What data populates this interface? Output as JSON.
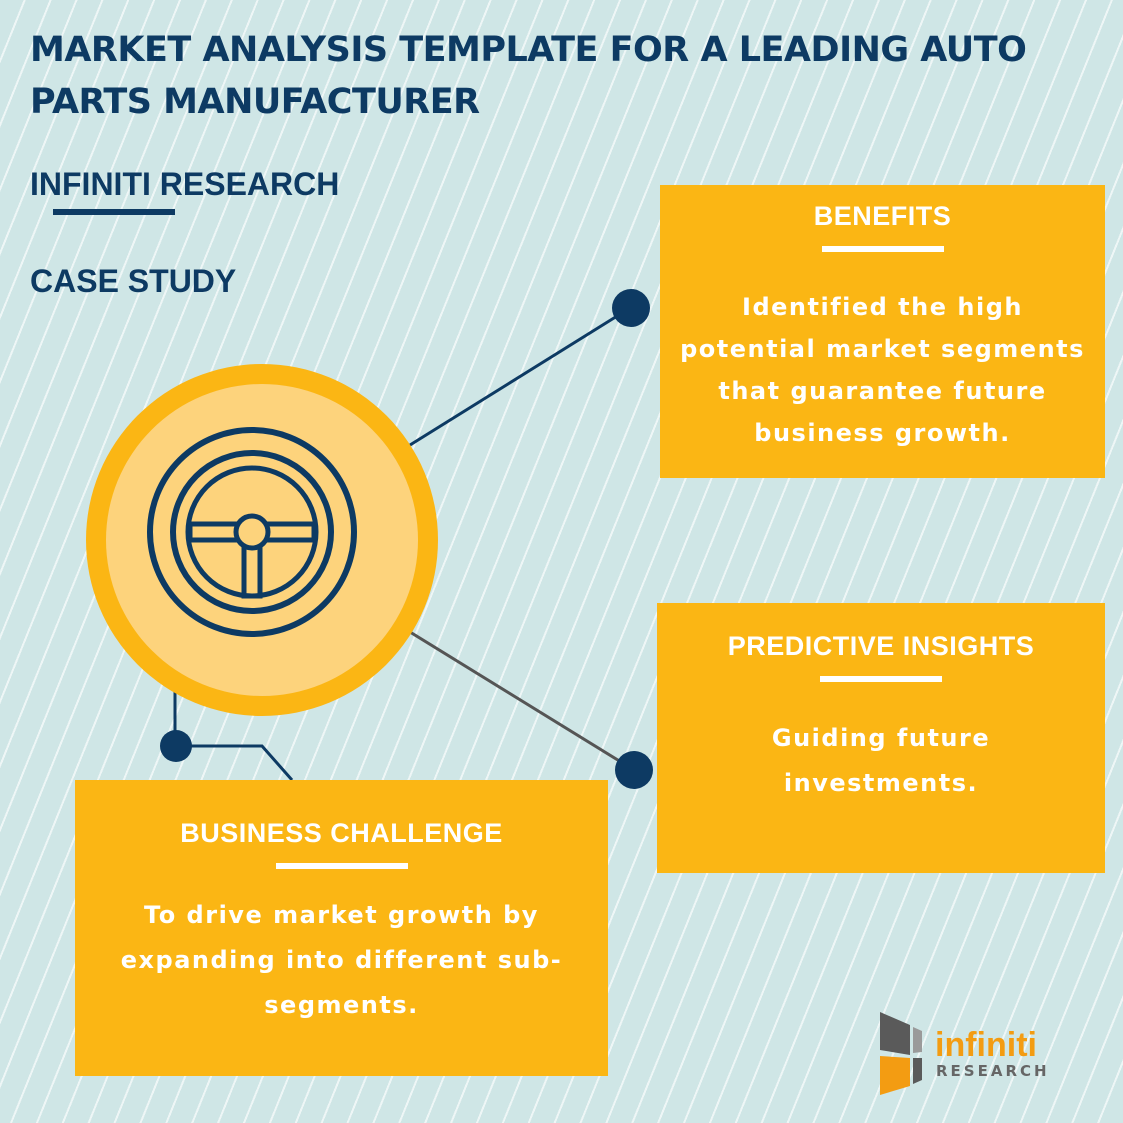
{
  "title": "MARKET ANALYSIS TEMPLATE FOR A LEADING AUTO PARTS MANUFACTURER",
  "brand_heading": "INFINITI RESEARCH",
  "case_study": "CASE STUDY",
  "benefits": {
    "heading": "BENEFITS",
    "text": "Identified the high potential market segments that guarantee future business growth."
  },
  "predictive": {
    "heading": "PREDICTIVE INSIGHTS",
    "text": "Guiding future investments."
  },
  "challenge": {
    "heading": "BUSINESS CHALLENGE",
    "text": "To drive market growth by expanding into different sub-segments."
  },
  "logo": {
    "name": "infiniti",
    "tagline": "RESEARCH"
  },
  "colors": {
    "navy": "#0d3a63",
    "yellow": "#fbb614",
    "background": "#cfe6e6"
  }
}
